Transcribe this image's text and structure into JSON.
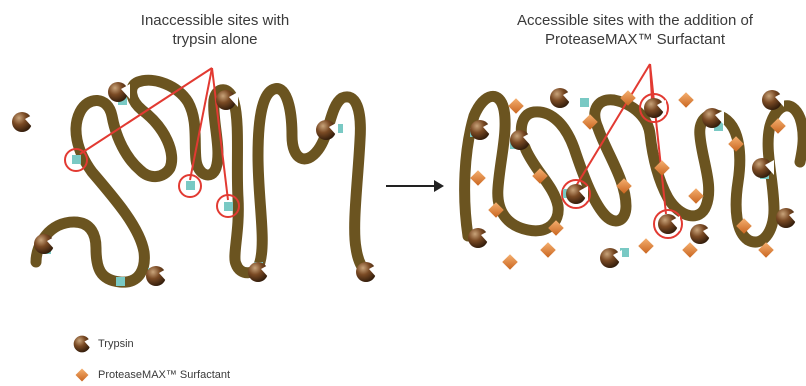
{
  "captions": {
    "left": [
      "Inaccessible sites with",
      "trypsin alone"
    ],
    "right": [
      "Accessible sites with the addition of",
      "ProteaseMAX™ Surfactant"
    ]
  },
  "legend": {
    "trypsin": "Trypsin",
    "surfactant": "ProteaseMAX™ Surfactant"
  },
  "colors": {
    "strand": "#6b5420",
    "site": "#79c9c4",
    "trypsin": "#7a4a24",
    "surfactant": "#e0873c",
    "highlight": "#e23a32"
  }
}
